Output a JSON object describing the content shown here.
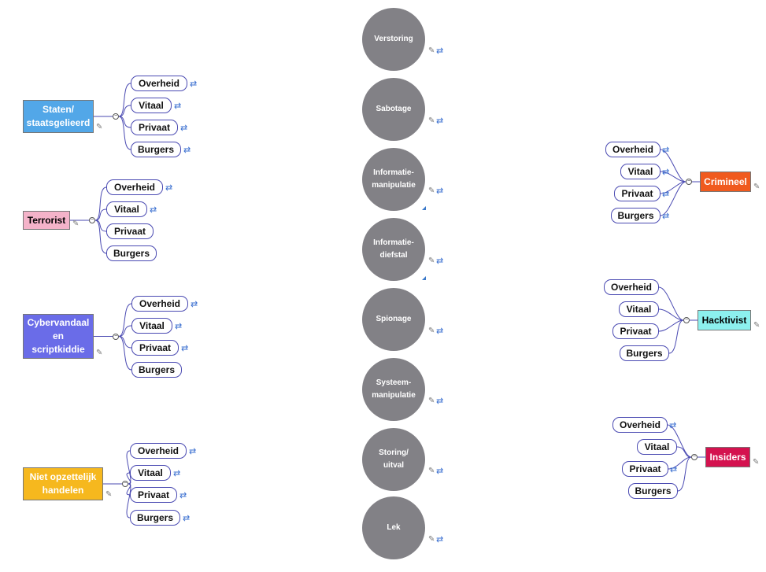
{
  "threats": [
    "Verstoring",
    "Sabotage",
    "Informatie-\nmanipulatie",
    "Informatie-\ndiefstal",
    "Spionage",
    "Systeem-\nmanipulatie",
    "Storing/\nuitval",
    "Lek"
  ],
  "actors": [
    {
      "id": "staten",
      "label": "Staten/\nstaatsgelieerd",
      "color": "#52a7e8",
      "side": "left"
    },
    {
      "id": "terrorist",
      "label": "Terrorist",
      "color": "#f4b3c9",
      "side": "left"
    },
    {
      "id": "vandaal",
      "label": "Cybervandaal\nen\nscriptkiddie",
      "color": "#6a6ce8",
      "side": "left"
    },
    {
      "id": "niet",
      "label": "Niet opzettelijk\nhandelen",
      "color": "#f6b81e",
      "side": "left"
    },
    {
      "id": "crimineel",
      "label": "Crimineel",
      "color": "#f05a1e",
      "side": "right"
    },
    {
      "id": "hacktivist",
      "label": "Hacktivist",
      "color": "#8cf0ee",
      "side": "right"
    },
    {
      "id": "insiders",
      "label": "Insiders",
      "color": "#d4124f",
      "side": "right"
    }
  ],
  "targets": [
    "Overheid",
    "Vitaal",
    "Privaat",
    "Burgers"
  ],
  "icons": {
    "note": "note-icon",
    "link": "link-icon",
    "collapse": "collapse-toggle"
  },
  "colors": {
    "connector": "#4a4ab2",
    "threat_fill": "#828186"
  }
}
